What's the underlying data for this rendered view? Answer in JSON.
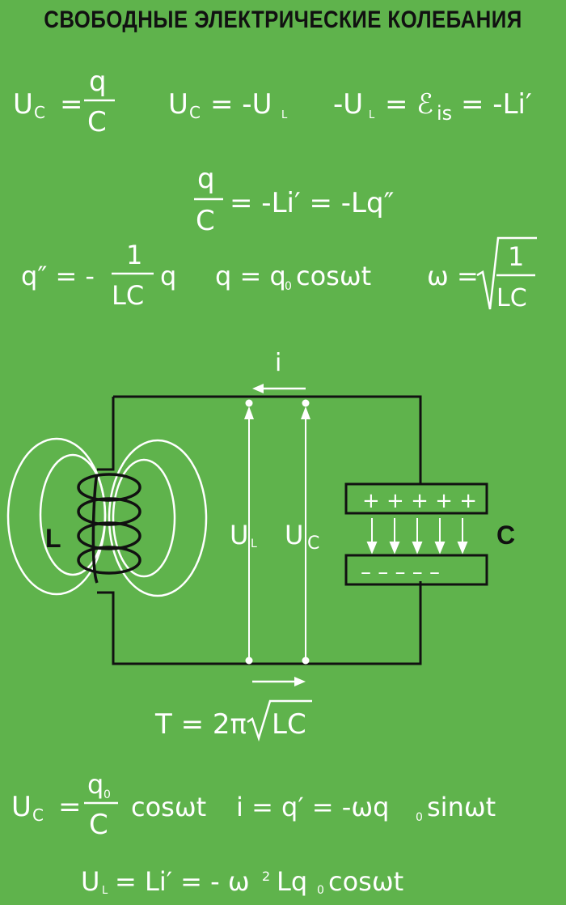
{
  "title": "СВОБОДНЫЕ ЭЛЕКТРИЧЕСКИЕ КОЛЕБАНИЯ",
  "formulas": {
    "row1": {
      "uc": "U",
      "uc_sub": "C",
      "eq": "=",
      "q_num": "q",
      "c_den": "C",
      "uc_neg_ul": "U",
      "uc_neg_ul_sub": "C",
      "uc_neg_ul_rhs": "= -U",
      "uc_neg_ul_rhs_sub": "L",
      "emf_lhs": "-U",
      "emf_lhs_sub": "L",
      "emf_rhs": "= ℰ",
      "emf_sub": "is",
      "emf_tail": "= -Li′"
    },
    "row2": {
      "num": "q",
      "den": "C",
      "rhs": "= -Li′ = -Lq″"
    },
    "row3": {
      "ode_lhs": "q″ = -",
      "ode_num": "1",
      "ode_den": "LC",
      "ode_tail": "q",
      "sol": "q = q",
      "sol_sub": "0",
      "sol_tail": "cosωt",
      "omega": "ω =",
      "omega_num": "1",
      "omega_den": "LC"
    },
    "period": {
      "lhs": "T = 2π",
      "rad": "LC"
    },
    "row5": {
      "uc": "U",
      "uc_sub": "C",
      "eq": "=",
      "num": "q",
      "num_sub": "0",
      "den": "C",
      "tail": "cosωt",
      "i_expr": "i = q′ = -ωq",
      "i_sub": "0",
      "i_tail": "sinωt"
    },
    "row6": {
      "ul": "U",
      "ul_sub": "L",
      "rhs": "= Li′ = - ω",
      "sup": "2",
      "tail": "Lq",
      "tail_sub": "0",
      "end": "cosωt"
    }
  },
  "circuit": {
    "current": "i",
    "inductor": "L",
    "capacitor": "C",
    "ul": "U",
    "ul_sub": "L",
    "uc": "U",
    "uc_sub": "C",
    "plus_plate": "+ + + + +",
    "minus_plate": "– – – – –"
  },
  "colors": {
    "background": "#5fb34c",
    "text": "#ffffff",
    "wire": "#111111"
  }
}
